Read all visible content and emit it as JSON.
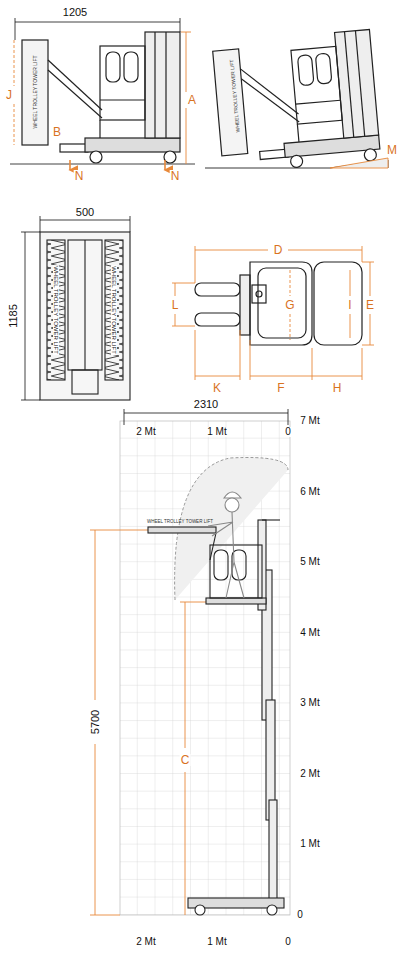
{
  "diagram": {
    "labels": [
      "1205",
      "A",
      "J",
      "B",
      "N",
      "N",
      "M",
      "500",
      "1185",
      "D",
      "L",
      "G",
      "I",
      "E",
      "K",
      "F",
      "H",
      "2310",
      "2 Mt",
      "1 Mt",
      "0",
      "7 Mt",
      "6 Mt",
      "5 Mt",
      "4 Mt",
      "3 Mt",
      "2 Mt",
      "1 Mt",
      "0",
      "5700",
      "C",
      "2 Mt",
      "1 Mt",
      "0",
      "WHEEL TROLLEY TOWER LIFT",
      "WHEEL TROLLEY TOWER LIFT",
      "WHEEL TROLLEY TOWER LIFT",
      "WHEEL TROLLEY TOWER LIFT",
      "WHEEL TROLLEY TOWER LIFT"
    ]
  }
}
